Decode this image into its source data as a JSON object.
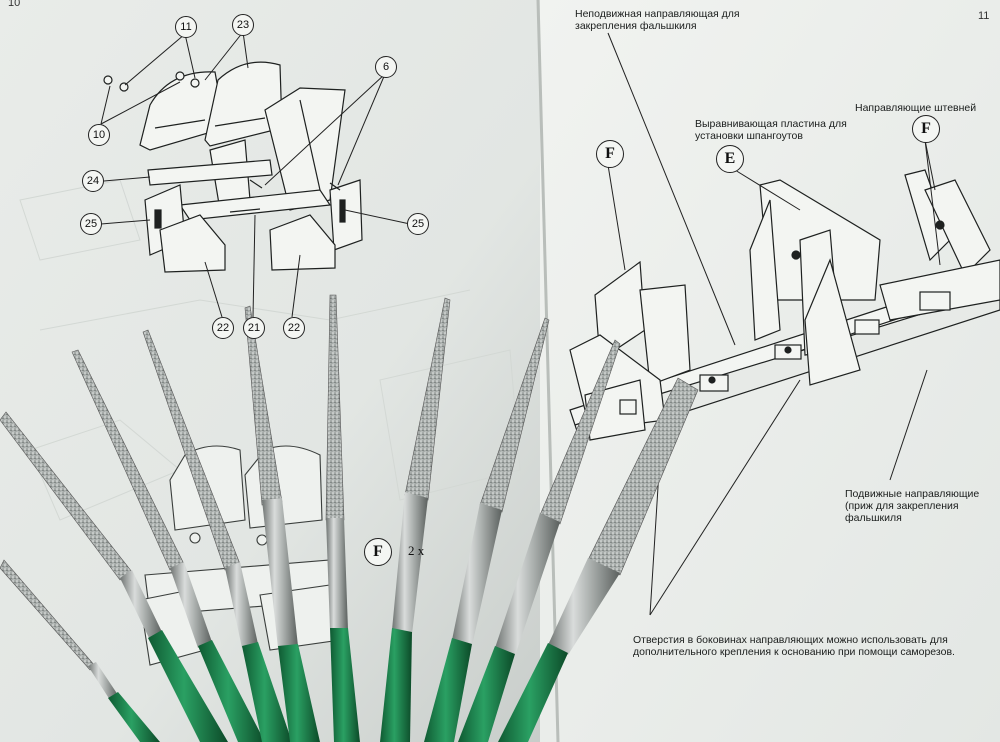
{
  "page_left_number": "10",
  "page_right_number": "11",
  "callouts_left": [
    "11",
    "23",
    "6",
    "10",
    "24",
    "25",
    "25",
    "22",
    "21",
    "22"
  ],
  "section_labels": [
    "F",
    "E",
    "F",
    "F"
  ],
  "quantity_text": "2 x",
  "annotations": {
    "fixed_guide": "Неподвижная направляющая для закрепления фальшкиля",
    "leveling_plate": "Выравнивающая пластина для установки шпангоутов",
    "stem_guides": "Направляющие штевней",
    "movable_guides": "Подвижные направляющие (приж для закрепления фальшкиля",
    "holes_note": "Отверстия в боковинах направляющих можно использовать для дополнительного крепления к основанию при помощи саморезов."
  },
  "files": {
    "count": 10,
    "handle_color": "#1f8a4c",
    "metal_color": "#b9bdbb"
  },
  "colors": {
    "paper": "#eef1ee",
    "shadow": "#cdd2cf",
    "ink": "#1a1d1c"
  }
}
